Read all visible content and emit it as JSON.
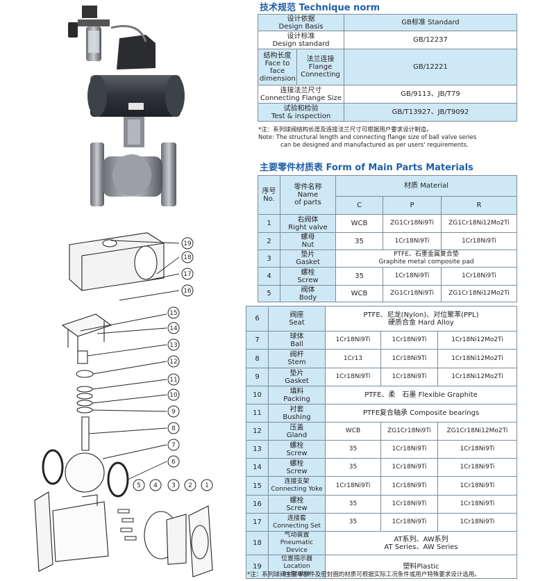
{
  "norm": {
    "title": "技术规范 Technique norm",
    "rows": [
      {
        "label_cn": "设计依据",
        "label_en": "Design Basis",
        "value": "GB标准 Standard"
      },
      {
        "label_cn": "设计标准",
        "label_en": "Design standard",
        "value": "GB/12237"
      },
      {
        "label_cn": "结构长度",
        "label_en": "Face to face dimension",
        "sub_cn": "法兰连接",
        "sub_en": "Flange Connecting",
        "value": "GB/12221"
      },
      {
        "label_cn": "连接法兰尺寸",
        "label_en": "Connecting Flange Size",
        "value": "GB/9113、JB/T79"
      },
      {
        "label_cn": "试验和检验",
        "label_en": "Test & inspection",
        "value": "GB/T13927、JB/T9092"
      }
    ],
    "note_cn": "*注：系列球阀结构长度及连接法兰尺寸可根据用户要求设计制造。",
    "note_en_1": "Note: The structural length and connecting flange size of ball valve series",
    "note_en_2": "can be designed and manufactured as per users' requirements."
  },
  "parts": {
    "title": "主要零件材质表 Form of Main Parts Materials",
    "headers": {
      "no_cn": "序号",
      "no_en": "No.",
      "name_cn": "零件名称",
      "name_en_1": "Name",
      "name_en_2": "of parts",
      "material": "材质  Material",
      "c": "C",
      "p": "P",
      "r": "R"
    },
    "rows": [
      {
        "no": "1",
        "cn": "右阀体",
        "en": "Right valve",
        "c": "WCB",
        "p": "ZG1Cr18Ni9Ti",
        "r": "ZG1Cr18Ni12Mo2Ti"
      },
      {
        "no": "2",
        "cn": "螺母",
        "en": "Nut",
        "c": "35",
        "p": "1Cr18Ni9Ti",
        "r": "1Cr18Ni9Ti"
      },
      {
        "no": "3",
        "cn": "垫片",
        "en": "Gasket",
        "span_1": "PTFE、石墨金属复合垫",
        "span_2": "Graphite metal composite pad"
      },
      {
        "no": "4",
        "cn": "螺栓",
        "en": "Screw",
        "c": "35",
        "p": "1Cr18Ni9Ti",
        "r": "1Cr18Ni9Ti"
      },
      {
        "no": "5",
        "cn": "阀体",
        "en": "Body",
        "c": "WCB",
        "p": "ZG1Cr18Ni9Ti",
        "r": "ZG1Cr18Ni12Mo2Ti"
      },
      {
        "no": "6",
        "cn": "阀座",
        "en": "Seat",
        "span_1": "PTFE、尼龙(Nylon)、对位聚苯(PPL)",
        "span_2": "硬质合金 Hard Alloy"
      },
      {
        "no": "7",
        "cn": "球体",
        "en": "Ball",
        "c": "1Cr18Ni9Ti",
        "p": "1Cr18Ni9Ti",
        "r": "1Cr18Ni12Mo2Ti"
      },
      {
        "no": "8",
        "cn": "阀杆",
        "en": "Stem",
        "c": "1Cr13",
        "p": "1Cr18Ni9Ti",
        "r": "1Cr18Ni12Mo2Ti"
      },
      {
        "no": "9",
        "cn": "垫片",
        "en": "Gasket",
        "c": "1Cr18Ni9Ti",
        "p": "1Cr18Ni9Ti",
        "r": "1Cr18Ni12Mo2Ti"
      },
      {
        "no": "10",
        "cn": "填料",
        "en": "Packing",
        "span_1": "PTFE、柔　石墨 Flexible Graphite"
      },
      {
        "no": "11",
        "cn": "衬套",
        "en": "Bushing",
        "span_1": "PTFE复合轴承 Composite bearings"
      },
      {
        "no": "12",
        "cn": "压盖",
        "en": "Gland",
        "c": "WCB",
        "p": "ZG1Cr18Ni9Ti",
        "r": "ZG1Cr18Ni12Mo2Ti"
      },
      {
        "no": "13",
        "cn": "螺栓",
        "en": "Screw",
        "c": "35",
        "p": "1Cr18Ni9Ti",
        "r": "1Cr18Ni9Ti"
      },
      {
        "no": "14",
        "cn": "螺栓",
        "en": "Screw",
        "c": "35",
        "p": "1Cr18Ni9Ti",
        "r": "1Cr18Ni9Ti"
      },
      {
        "no": "15",
        "cn": "连接支架",
        "en": "Connecting Yoke",
        "c": "1Cr18Ni9Ti",
        "p": "1Cr18Ni9Ti",
        "r": "1Cr18Ni9Ti"
      },
      {
        "no": "16",
        "cn": "螺栓",
        "en": "Screw",
        "c": "35",
        "p": "1Cr18Ni9Ti",
        "r": "1Cr18Ni9Ti"
      },
      {
        "no": "17",
        "cn": "连接套",
        "en": "Connecting Set",
        "c": "35",
        "p": "1Cr18Ni9Ti",
        "r": "1Cr18Ni9Ti"
      },
      {
        "no": "18",
        "cn": "气动装置",
        "en": "Pneumatic Device",
        "span_1": "AT系列、AW系列",
        "span_2": "AT Series、AW Series"
      },
      {
        "no": "19",
        "cn": "位置指示器",
        "en": "Location Indicator",
        "span_1": "塑料Plastic"
      }
    ],
    "footnote": "*注：系列球阀主要零部件及密封圈的材质可根据实际工况条件或用户特殊要求设计选用。"
  },
  "callouts": [
    "19",
    "18",
    "17",
    "16",
    "15",
    "14",
    "13",
    "12",
    "11",
    "10",
    "9",
    "8",
    "7",
    "6",
    "5",
    "4",
    "3",
    "2",
    "1"
  ]
}
